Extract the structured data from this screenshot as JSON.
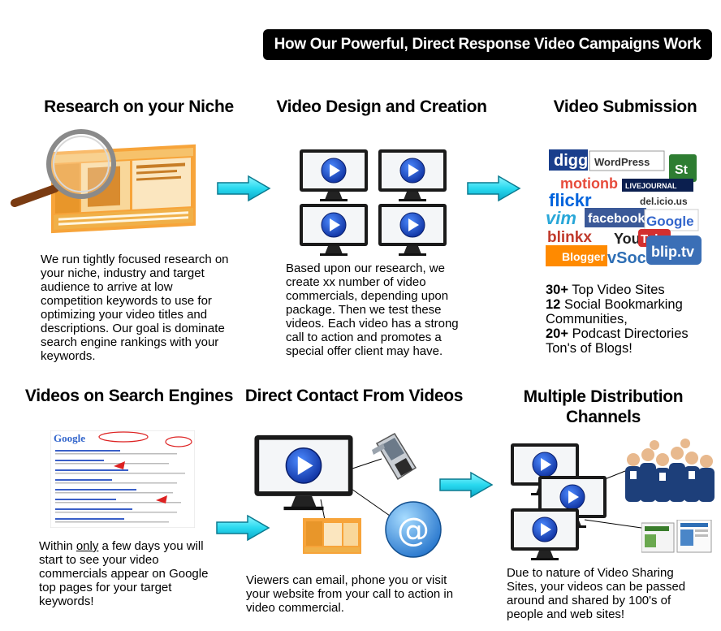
{
  "banner": "How Our Powerful, Direct Response Video Campaigns Work",
  "steps": {
    "research": {
      "title": "Research on your Niche",
      "desc": "We run tightly focused research on your niche, industry and target audience to arrive at low competition keywords to use for optimizing your video titles and descriptions. Our goal is dominate search engine rankings with your keywords."
    },
    "design": {
      "title": "Video Design and Creation",
      "desc": "Based upon our research, we create xx number of video commercials, depending upon package. Then we test these videos. Each video has a strong call to action and promotes a special offer client may have."
    },
    "submission": {
      "title": "Video Submission",
      "stats": [
        {
          "num": "30+",
          "text": " Top Video Sites"
        },
        {
          "num": "12",
          "text": " Social Bookmarking"
        },
        {
          "num": "",
          "text": "Communities,"
        },
        {
          "num": "20+",
          "text": " Podcast Directories"
        },
        {
          "num": "",
          "text": "Ton's of Blogs!"
        }
      ],
      "logos": [
        "digg",
        "WordPress",
        "motionb",
        "flickr",
        "LIVEJOURNAL",
        "del.icio.us",
        "vim",
        "facebook",
        "Google",
        "blinkx",
        "You",
        "Tube",
        "Blogger",
        "vSocial",
        "blip.tv"
      ]
    },
    "search": {
      "title": "Videos on Search Engines",
      "desc_pre": "Within ",
      "desc_u": "only",
      "desc_post": " a few days you will start to see your video commercials appear on Google top pages for your target keywords!"
    },
    "contact": {
      "title": "Direct Contact From Videos",
      "desc": "Viewers can email, phone you or visit your website from your call to action in video commercial."
    },
    "distribution": {
      "title_line1": "Multiple Distribution",
      "title_line2": "Channels",
      "desc": "Due to nature of Video Sharing Sites, your videos can be passed around and shared by 100's of people and web sites!"
    }
  },
  "colors": {
    "arrow": "#39e6f2",
    "play": "#1e4fd8",
    "banner": "#000000"
  }
}
